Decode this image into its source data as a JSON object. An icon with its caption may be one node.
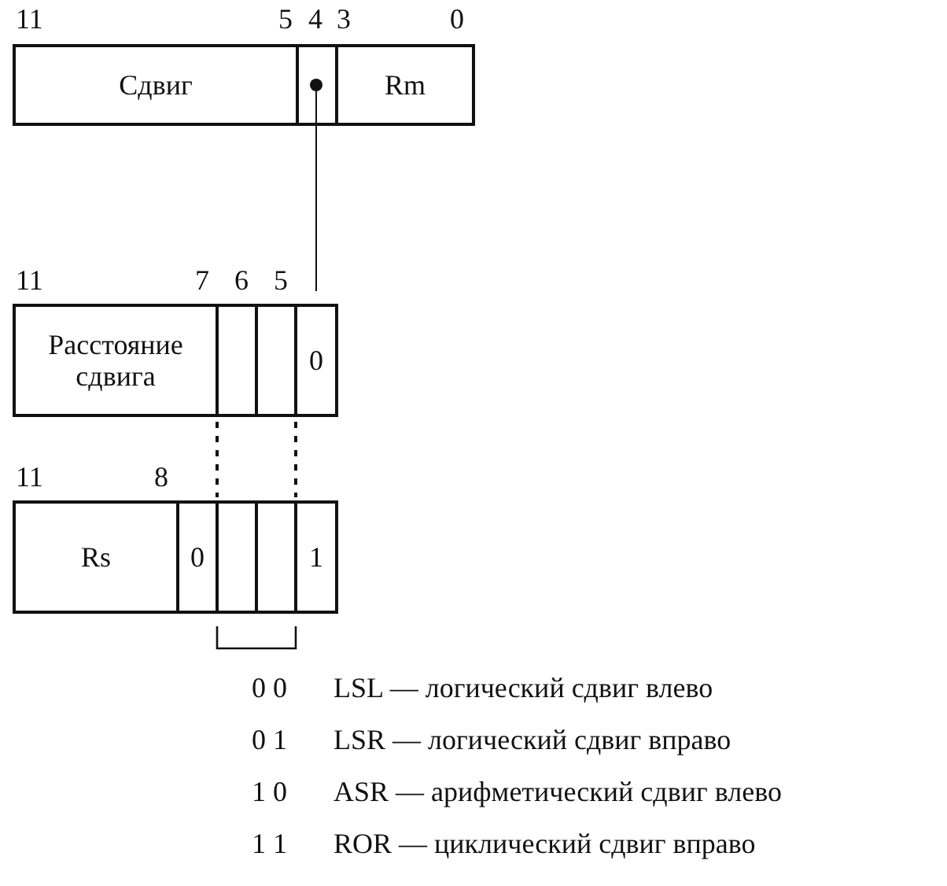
{
  "diagram": {
    "nodes": [
      {
        "text": [
          "Сдвиг"
        ]
      },
      {
        "text": [],
        "shape": "box"
      },
      {
        "text": [
          "Rm"
        ]
      },
      {
        "text": [
          "Расстояние сдвига"
        ]
      },
      {
        "text": [],
        "shape": "box"
      },
      {
        "text": [],
        "shape": "box"
      },
      {
        "text": [
          "0"
        ]
      },
      {
        "text": [
          "Rs"
        ]
      },
      {
        "text": [
          "0"
        ]
      },
      {
        "text": [],
        "shape": "box"
      },
      {
        "text": [],
        "shape": "box"
      },
      {
        "text": [
          "1"
        ]
      }
    ],
    "edges": [
      {
        "from": 1,
        "to": 6,
        "arrow": "other"
      }
    ],
    "labels": [
      "11",
      "5",
      "4",
      "3",
      "0",
      "11",
      "7",
      "6",
      "5",
      "11",
      "8",
      "0 0",
      "LSL — логический сдвиг влево",
      "0 1",
      "LSR — логический сдвиг вправо",
      "1 0",
      "ASR — арифметический сдвиг влево",
      "1 1",
      "ROR — циклический сдвиг вправо"
    ]
  }
}
